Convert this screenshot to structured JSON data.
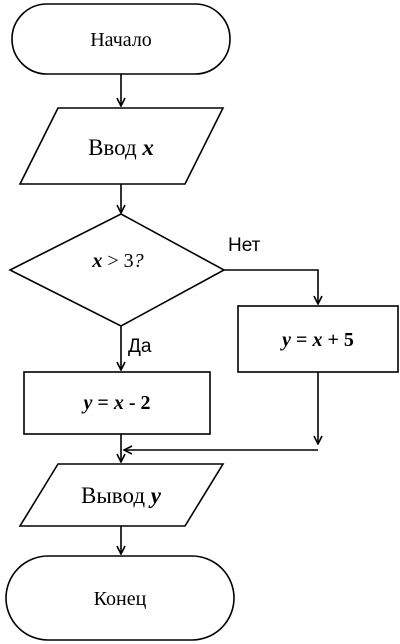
{
  "start": {
    "text": "Начало"
  },
  "input": {
    "prefix": "Ввод ",
    "var": "x"
  },
  "condition": {
    "var": "x",
    "rest": " > 3",
    "q": "?"
  },
  "branch_no": {
    "label": "Нет",
    "expr_lhs": "y",
    "expr_mid": " = ",
    "expr_x": "x",
    "expr_rest": " + 5"
  },
  "branch_yes": {
    "label": "Да",
    "expr_lhs": "y",
    "expr_mid": " = ",
    "expr_x": "x",
    "expr_rest": " - 2"
  },
  "output": {
    "prefix": "Вывод ",
    "var": "y"
  },
  "end": {
    "text": "Конец"
  }
}
